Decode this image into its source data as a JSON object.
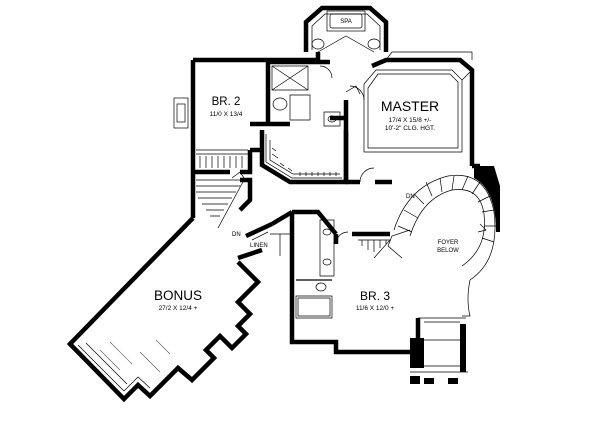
{
  "rooms": {
    "spa": {
      "label": "SPA"
    },
    "br2": {
      "name": "BR. 2",
      "dims": "11/0 X 13/4"
    },
    "master": {
      "name": "MASTER",
      "dims": "17/4 X 15/8 +/-",
      "ceiling": "10'-2\" CLG. HGT."
    },
    "bonus": {
      "name": "BONUS",
      "dims": "27/2 X 12/4 +"
    },
    "br3": {
      "name": "BR. 3",
      "dims": "11/6 X 12/0 +"
    },
    "linen": {
      "label": "LINEN"
    },
    "foyer": {
      "line1": "FOYER",
      "line2": "BELOW"
    }
  },
  "stairs": {
    "dn_left": "DN",
    "dn_right": "DN"
  }
}
